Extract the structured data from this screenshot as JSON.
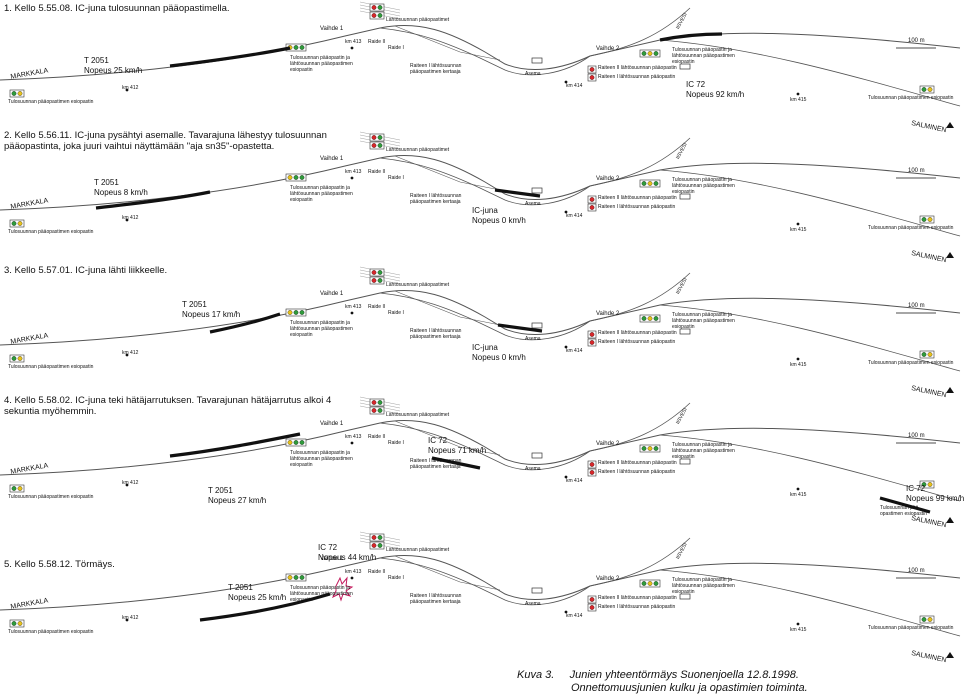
{
  "panels": [
    {
      "title": "1. Kello 5.55.08. IC-juna tulosuunnan pääopastimella.",
      "trains": [
        {
          "name": "T 2051",
          "speed": "Nopeus 25 km/h"
        },
        {
          "name": "IC 72",
          "speed": "Nopeus 92 km/h"
        }
      ]
    },
    {
      "title": "2. Kello 5.56.11. IC-juna pysähtyi asemalle. Tavarajuna lähestyy tulosuunnan pääopastinta, joka juuri vaihtui näyttämään \"aja sn35\"-opastetta.",
      "trains": [
        {
          "name": "T 2051",
          "speed": "Nopeus 8 km/h"
        },
        {
          "name": "IC-juna",
          "speed": "Nopeus 0 km/h"
        }
      ]
    },
    {
      "title": "3. Kello 5.57.01. IC-juna lähti liikkeelle.",
      "trains": [
        {
          "name": "T 2051",
          "speed": "Nopeus 17 km/h"
        },
        {
          "name": "IC-juna",
          "speed": "Nopeus 0 km/h"
        }
      ]
    },
    {
      "title": "4. Kello 5.58.02. IC-juna teki hätäjarrutuksen. Tavarajunan hätäjarrutus alkoi 4 sekuntia myöhemmin.",
      "trains": [
        {
          "name": "IC 72",
          "speed": "Nopeus 71 km/h"
        },
        {
          "name": "T 2051",
          "speed": "Nopeus 27 km/h"
        },
        {
          "name": "IC 72",
          "speed": "Nopeus 99 km/h"
        }
      ]
    },
    {
      "title": "5. Kello 5.58.12. Törmäys.",
      "trains": [
        {
          "name": "IC 72",
          "speed": "Nopeus 44 km/h"
        },
        {
          "name": "T 2051",
          "speed": "Nopeus 25 km/h"
        }
      ]
    }
  ],
  "labels": {
    "markkala": "MARKKALA",
    "salminen": "SALMINEN",
    "iisvesi": "IISVESI",
    "vaihde1": "Vaihde 1",
    "vaihde2": "Vaihde 2",
    "raide2": "Raide II",
    "raide1": "Raide I",
    "km412": "km 412",
    "km413": "km 413",
    "km414": "km 414",
    "km415": "km 415",
    "scale": "100 m",
    "asema": "Asema",
    "lahto": "Lähtösuunnan pääopastimet",
    "tulo_esi": "Tulosuunnan pääopastimen esiopastin",
    "tulo_paa_esi": "Tulosuunnan pääopastin ja lähtösuunnan pääopastimen esiopastin",
    "raide1_lahto_kertaaja": "Raiteen I lähtösuunnan pääopastimen kertaaja",
    "raide2_lahto": "Raiteen II lähtösuunnan pääopastin",
    "raide1_lahto": "Raiteen I lähtösuunnan pääopastin",
    "tulo_paa_esi_short": "Tulosuunnan pää-opastimen esiopastin"
  },
  "caption": {
    "label": "Kuva 3.",
    "line1": "Junien yhteentörmäys Suonenjoella 12.8.1998.",
    "line2": "Onnettomuusjunien kulku ja opastimien toiminta."
  },
  "colors": {
    "track": "#555555",
    "train": "#111111",
    "signal_green": "#2e9b3a",
    "signal_yellow": "#e8c21a",
    "signal_red": "#d8262a",
    "impact": "#c2185b"
  },
  "icons": [
    "signal-icon",
    "station-icon",
    "impact-icon",
    "north-arrow-icon"
  ]
}
